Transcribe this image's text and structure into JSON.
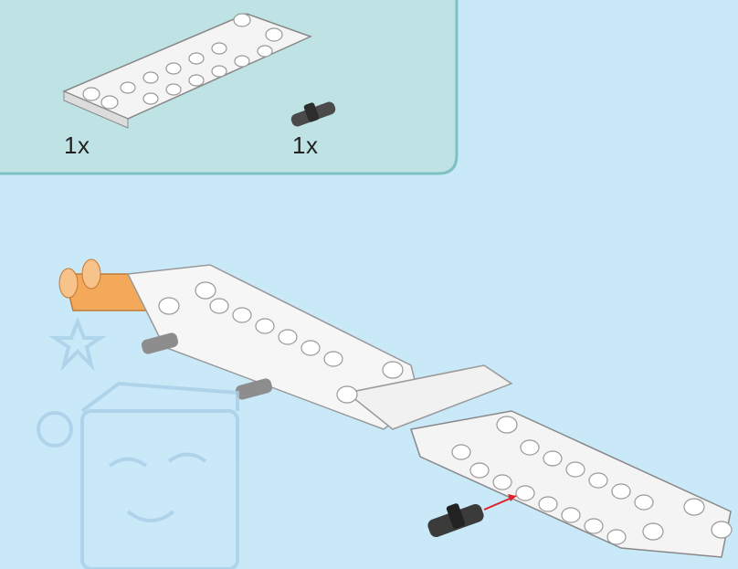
{
  "parts_panel": {
    "items": [
      {
        "name": "white-beam-frame",
        "quantity": "1x"
      },
      {
        "name": "black-connector-pin",
        "quantity": "1x"
      }
    ],
    "background_color": "#bfe3e4",
    "border_color": "#7cc1c4"
  },
  "page_background": "#c9e8f8",
  "assembly_arrow_color": "#e0202a"
}
